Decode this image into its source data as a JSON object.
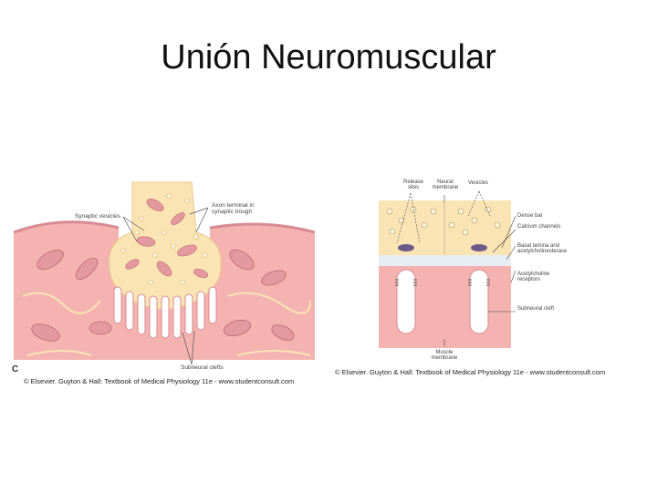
{
  "slide": {
    "title": "Unión Neuromuscular"
  },
  "left_figure": {
    "panel_letter": "C",
    "labels": {
      "synaptic_vesicles": "Synaptic vesicles",
      "axon_terminal": "Axon terminal in synaptic trough",
      "subneural_clefts": "Subneural clefts"
    },
    "credit": "© Elsevier. Guyton & Hall: Textbook of Medical Physiology 11e - www.studentconsult.com"
  },
  "right_figure": {
    "labels": {
      "release_sites": "Release sites",
      "neural_membrane": "Neural membrane",
      "vesicles": "Vesicles",
      "dense_bar": "Dense bar",
      "calcium_channels": "Calcium channels",
      "basal_lamina": "Basal lamina and acetylcholinesterase",
      "ach_receptors": "Acetylcholine receptors",
      "subneural_cleft": "Subneural cleft",
      "muscle_membrane": "Muscle membrane"
    },
    "credit": "© Elsevier. Guyton & Hall: Textbook of Medical Physiology 11e - www.studentconsult.com"
  },
  "colors": {
    "muscle": "#f4b3b0",
    "muscle_dark": "#e89a98",
    "axon": "#fbe4b4",
    "mito": "#e39a9f",
    "line": "#555555"
  }
}
